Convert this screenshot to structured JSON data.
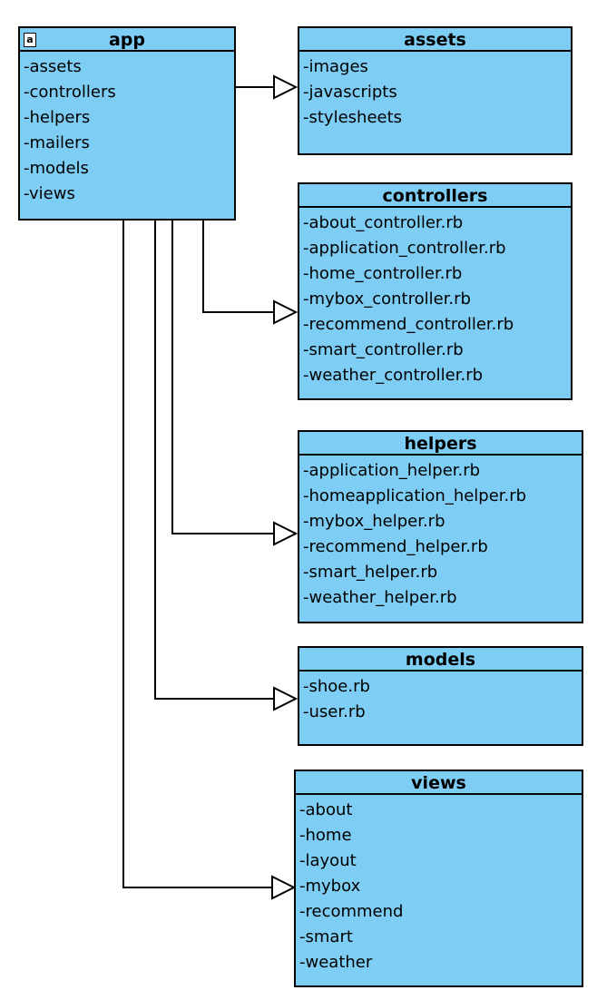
{
  "app": {
    "title": "app",
    "icon": "package-icon",
    "icon_glyph": "a",
    "items": [
      "-assets",
      "-controllers",
      "-helpers",
      "-mailers",
      "-models",
      "-views"
    ]
  },
  "assets": {
    "title": "assets",
    "items": [
      "-images",
      "-javascripts",
      "-stylesheets"
    ]
  },
  "controllers": {
    "title": "controllers",
    "items": [
      "-about_controller.rb",
      "-application_controller.rb",
      "-home_controller.rb",
      "-mybox_controller.rb",
      "-recommend_controller.rb",
      "-smart_controller.rb",
      "-weather_controller.rb"
    ]
  },
  "helpers": {
    "title": "helpers",
    "items": [
      "-application_helper.rb",
      "-homeapplication_helper.rb",
      "-mybox_helper.rb",
      "-recommend_helper.rb",
      "-smart_helper.rb",
      "-weather_helper.rb"
    ]
  },
  "models": {
    "title": "models",
    "items": [
      "-shoe.rb",
      "-user.rb"
    ]
  },
  "views": {
    "title": "views",
    "items": [
      "-about",
      "-home",
      "-layout",
      "-mybox",
      "-recommend",
      "-smart",
      "-weather"
    ]
  },
  "colors": {
    "box_fill": "#7dcdf4",
    "line": "#000000"
  }
}
